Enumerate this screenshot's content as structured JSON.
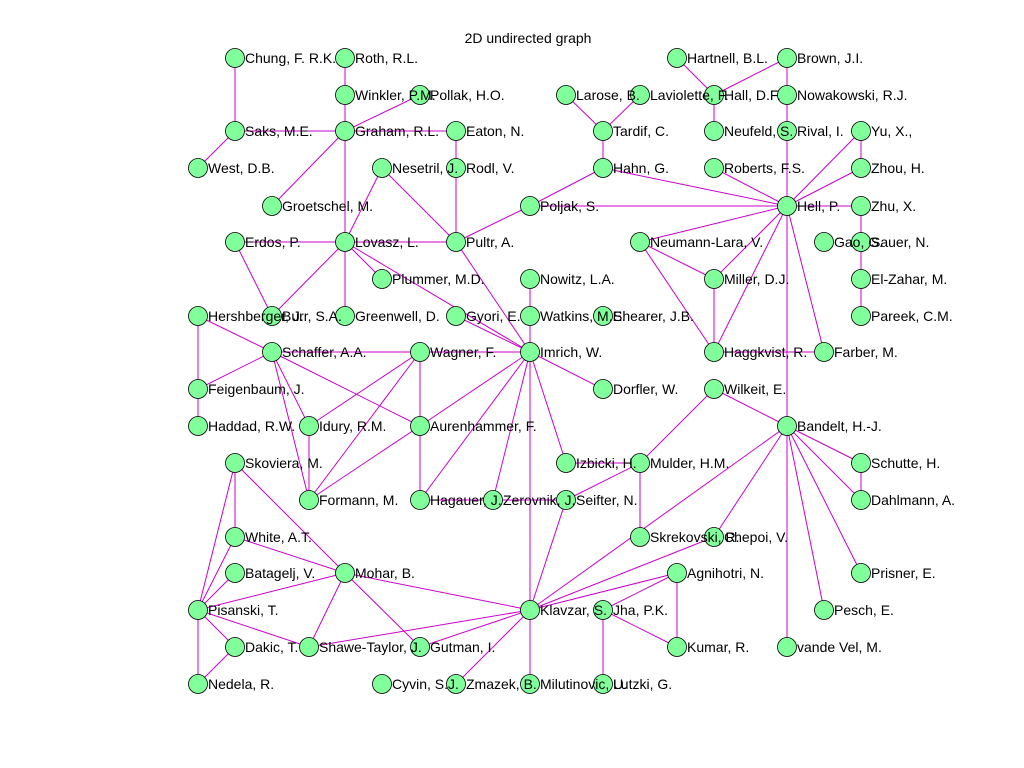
{
  "title": "2D undirected graph",
  "colors": {
    "edge": "#cc00cc",
    "node_fill": "#80ff9a",
    "node_stroke": "#000000",
    "text": "#000000"
  },
  "nodes": [
    {
      "id": 1,
      "label": "Chung, F. R.K."
    },
    {
      "id": 2,
      "label": "Roth, R.L."
    },
    {
      "id": 3,
      "label": "Winkler, P.M."
    },
    {
      "id": 4,
      "label": "Pollak, H.O."
    },
    {
      "id": 5,
      "label": "Saks, M.E."
    },
    {
      "id": 6,
      "label": "Graham, R.L."
    },
    {
      "id": 7,
      "label": "Eaton, N."
    },
    {
      "id": 8,
      "label": "West, D.B."
    },
    {
      "id": 9,
      "label": "Nesetril, J."
    },
    {
      "id": 10,
      "label": "Rodl, V."
    },
    {
      "id": 11,
      "label": "Groetschel, M."
    },
    {
      "id": 12,
      "label": "Erdos, P."
    },
    {
      "id": 13,
      "label": "Lovasz, L."
    },
    {
      "id": 14,
      "label": "Pultr, A."
    },
    {
      "id": 15,
      "label": "Plummer, M.D."
    },
    {
      "id": 16,
      "label": "Hershberger, J."
    },
    {
      "id": 17,
      "label": "Burr, S.A."
    },
    {
      "id": 18,
      "label": "Greenwell, D."
    },
    {
      "id": 19,
      "label": "Gyori, E."
    },
    {
      "id": 20,
      "label": "Schaffer, A.A."
    },
    {
      "id": 21,
      "label": "Wagner, F."
    },
    {
      "id": 22,
      "label": "Feigenbaum, J."
    },
    {
      "id": 23,
      "label": "Haddad, R.W."
    },
    {
      "id": 24,
      "label": "Idury, R.M."
    },
    {
      "id": 25,
      "label": "Aurenhammer, F."
    },
    {
      "id": 26,
      "label": "Skoviera, M."
    },
    {
      "id": 27,
      "label": "Formann, M."
    },
    {
      "id": 28,
      "label": "Hagauer, J."
    },
    {
      "id": 29,
      "label": "Zerovnik, J."
    },
    {
      "id": 30,
      "label": "White, A.T."
    },
    {
      "id": 31,
      "label": "Batagelj, V."
    },
    {
      "id": 32,
      "label": "Mohar, B."
    },
    {
      "id": 33,
      "label": "Pisanski, T."
    },
    {
      "id": 34,
      "label": "Dakic, T."
    },
    {
      "id": 35,
      "label": "Shawe-Taylor, J."
    },
    {
      "id": 36,
      "label": "Gutman, I."
    },
    {
      "id": 37,
      "label": "Nedela, R."
    },
    {
      "id": 38,
      "label": "Cyvin, S.J."
    },
    {
      "id": 39,
      "label": "Zmazek, B."
    },
    {
      "id": 40,
      "label": "Milutinovic, U."
    },
    {
      "id": 41,
      "label": "Lutzki, G."
    },
    {
      "id": 42,
      "label": "Nowitz, L.A."
    },
    {
      "id": 43,
      "label": "Watkins, M.E."
    },
    {
      "id": 44,
      "label": "Imrich, W."
    },
    {
      "id": 45,
      "label": "Shearer, J.B."
    },
    {
      "id": 46,
      "label": "Dorfler, W."
    },
    {
      "id": 47,
      "label": "Izbicki, H."
    },
    {
      "id": 48,
      "label": "Seifter, N."
    },
    {
      "id": 49,
      "label": "Klavzar, S."
    },
    {
      "id": 50,
      "label": "Jha, P.K."
    },
    {
      "id": 51,
      "label": "Hartnell, B.L."
    },
    {
      "id": 52,
      "label": "Brown, J.I."
    },
    {
      "id": 53,
      "label": "Larose, B."
    },
    {
      "id": 54,
      "label": "Laviolette, F."
    },
    {
      "id": 55,
      "label": "Hall, D.F."
    },
    {
      "id": 56,
      "label": "Nowakowski, R.J."
    },
    {
      "id": 57,
      "label": "Tardif, C."
    },
    {
      "id": 58,
      "label": "Neufeld, S."
    },
    {
      "id": 59,
      "label": "Rival, I."
    },
    {
      "id": 60,
      "label": "Yu, X.,"
    },
    {
      "id": 61,
      "label": "Hahn, G."
    },
    {
      "id": 62,
      "label": "Roberts, F.S."
    },
    {
      "id": 63,
      "label": "Zhou, H."
    },
    {
      "id": 64,
      "label": "Poljak, S."
    },
    {
      "id": 65,
      "label": "Hell, P."
    },
    {
      "id": 66,
      "label": "Zhu, X."
    },
    {
      "id": 67,
      "label": "Neumann-Lara, V."
    },
    {
      "id": 68,
      "label": "Gao, G."
    },
    {
      "id": 69,
      "label": "Sauer, N."
    },
    {
      "id": 70,
      "label": "Miller, D.J."
    },
    {
      "id": 71,
      "label": "El-Zahar, M."
    },
    {
      "id": 72,
      "label": "Pareek, C.M."
    },
    {
      "id": 73,
      "label": "Haggkvist, R."
    },
    {
      "id": 74,
      "label": "Farber, M."
    },
    {
      "id": 75,
      "label": "Wilkeit, E."
    },
    {
      "id": 76,
      "label": "Bandelt, H.-J."
    },
    {
      "id": 77,
      "label": "Mulder, H.M."
    },
    {
      "id": 78,
      "label": "Schutte, H."
    },
    {
      "id": 79,
      "label": "Dahlmann, A."
    },
    {
      "id": 80,
      "label": "Skrekovski, R."
    },
    {
      "id": 81,
      "label": "Chepoi, V."
    },
    {
      "id": 82,
      "label": "Agnihotri, N."
    },
    {
      "id": 83,
      "label": "Prisner, E."
    },
    {
      "id": 84,
      "label": "Pesch, E."
    },
    {
      "id": 85,
      "label": "Kumar, R."
    },
    {
      "id": 86,
      "label": "vande Vel, M."
    }
  ],
  "edges": [
    [
      1,
      5
    ],
    [
      2,
      6
    ],
    [
      3,
      6
    ],
    [
      4,
      6
    ],
    [
      5,
      6
    ],
    [
      5,
      8
    ],
    [
      6,
      11
    ],
    [
      6,
      13
    ],
    [
      6,
      7
    ],
    [
      7,
      14
    ],
    [
      10,
      14
    ],
    [
      9,
      13
    ],
    [
      9,
      14
    ],
    [
      12,
      13
    ],
    [
      12,
      17
    ],
    [
      13,
      14
    ],
    [
      13,
      15
    ],
    [
      13,
      17
    ],
    [
      13,
      18
    ],
    [
      13,
      44
    ],
    [
      14,
      64
    ],
    [
      14,
      44
    ],
    [
      16,
      20
    ],
    [
      16,
      22
    ],
    [
      16,
      23
    ],
    [
      20,
      22
    ],
    [
      20,
      21
    ],
    [
      20,
      24
    ],
    [
      20,
      25
    ],
    [
      20,
      27
    ],
    [
      20,
      44
    ],
    [
      21,
      24
    ],
    [
      21,
      25
    ],
    [
      21,
      27
    ],
    [
      24,
      27
    ],
    [
      25,
      27
    ],
    [
      25,
      28
    ],
    [
      25,
      44
    ],
    [
      28,
      44
    ],
    [
      29,
      44
    ],
    [
      19,
      44
    ],
    [
      43,
      44
    ],
    [
      44,
      46
    ],
    [
      44,
      47
    ],
    [
      44,
      49
    ],
    [
      42,
      43
    ],
    [
      26,
      30
    ],
    [
      26,
      33
    ],
    [
      26,
      32
    ],
    [
      30,
      33
    ],
    [
      30,
      32
    ],
    [
      31,
      33
    ],
    [
      32,
      33
    ],
    [
      32,
      35
    ],
    [
      32,
      36
    ],
    [
      32,
      49
    ],
    [
      33,
      34
    ],
    [
      33,
      35
    ],
    [
      33,
      37
    ],
    [
      34,
      37
    ],
    [
      35,
      49
    ],
    [
      36,
      49
    ],
    [
      39,
      49
    ],
    [
      40,
      49
    ],
    [
      28,
      48
    ],
    [
      48,
      49
    ],
    [
      48,
      77
    ],
    [
      47,
      77
    ],
    [
      77,
      75
    ],
    [
      77,
      80
    ],
    [
      49,
      81
    ],
    [
      49,
      82
    ],
    [
      49,
      76
    ],
    [
      50,
      82
    ],
    [
      50,
      85
    ],
    [
      82,
      85
    ],
    [
      50,
      41
    ],
    [
      51,
      55
    ],
    [
      52,
      55
    ],
    [
      52,
      56
    ],
    [
      52,
      59
    ],
    [
      55,
      58
    ],
    [
      53,
      57
    ],
    [
      54,
      57
    ],
    [
      57,
      61
    ],
    [
      61,
      64
    ],
    [
      61,
      65
    ],
    [
      64,
      65
    ],
    [
      62,
      65
    ],
    [
      59,
      65
    ],
    [
      60,
      65
    ],
    [
      60,
      63
    ],
    [
      63,
      65
    ],
    [
      65,
      66
    ],
    [
      65,
      67
    ],
    [
      65,
      73
    ],
    [
      65,
      76
    ],
    [
      65,
      74
    ],
    [
      66,
      69
    ],
    [
      69,
      71
    ],
    [
      71,
      72
    ],
    [
      67,
      70
    ],
    [
      67,
      73
    ],
    [
      70,
      73
    ],
    [
      70,
      65
    ],
    [
      73,
      74
    ],
    [
      76,
      75
    ],
    [
      76,
      81
    ],
    [
      76,
      78
    ],
    [
      76,
      79
    ],
    [
      76,
      83
    ],
    [
      76,
      84
    ],
    [
      76,
      86
    ],
    [
      78,
      79
    ]
  ]
}
